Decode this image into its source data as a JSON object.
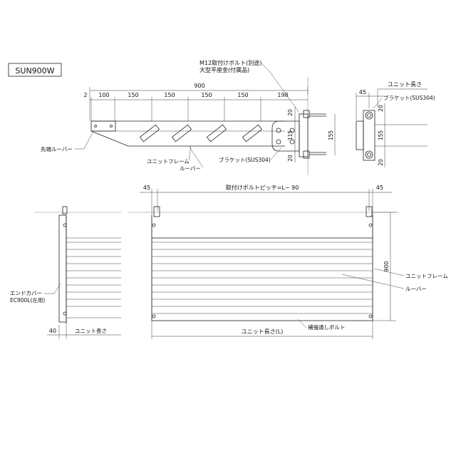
{
  "model_label": "SUN900W",
  "top_view": {
    "overall_width": "900",
    "segments": [
      "2",
      "100",
      "150",
      "150",
      "150",
      "150",
      "198"
    ],
    "bolt_note_line1": "M12取付けボルト(別途)",
    "bolt_note_line2": "大型平座金(付属品)",
    "tip_louver": "先端ルーバー",
    "unit_frame": "ユニットフレーム",
    "louver": "ルーバー",
    "bracket": "ブラケット(SUS304)",
    "dim_20_top": "20",
    "dim_115": "115",
    "dim_155": "155",
    "dim_20_bottom": "20"
  },
  "side_view": {
    "dim_45": "45",
    "bracket": "ブラケット(SUS304)",
    "unit_length": "ユニット長さ",
    "dim_20_top": "20",
    "dim_155": "155",
    "dim_20_bottom": "20"
  },
  "front_view": {
    "left_45": "45",
    "right_45": "45",
    "bolt_pitch": "取付けボルトピッチ=L− 90",
    "height_900": "900",
    "unit_frame": "ユニットフレーム",
    "louver": "ルーバー",
    "unit_length_L": "ユニット長さ(L)",
    "reinforcement_bolt": "補強通しボルト"
  },
  "end_view": {
    "end_cover_line1": "エンドカバー",
    "end_cover_line2": "EC900L(左用)",
    "dim_40": "40",
    "unit_length": "ユニット長さ"
  }
}
